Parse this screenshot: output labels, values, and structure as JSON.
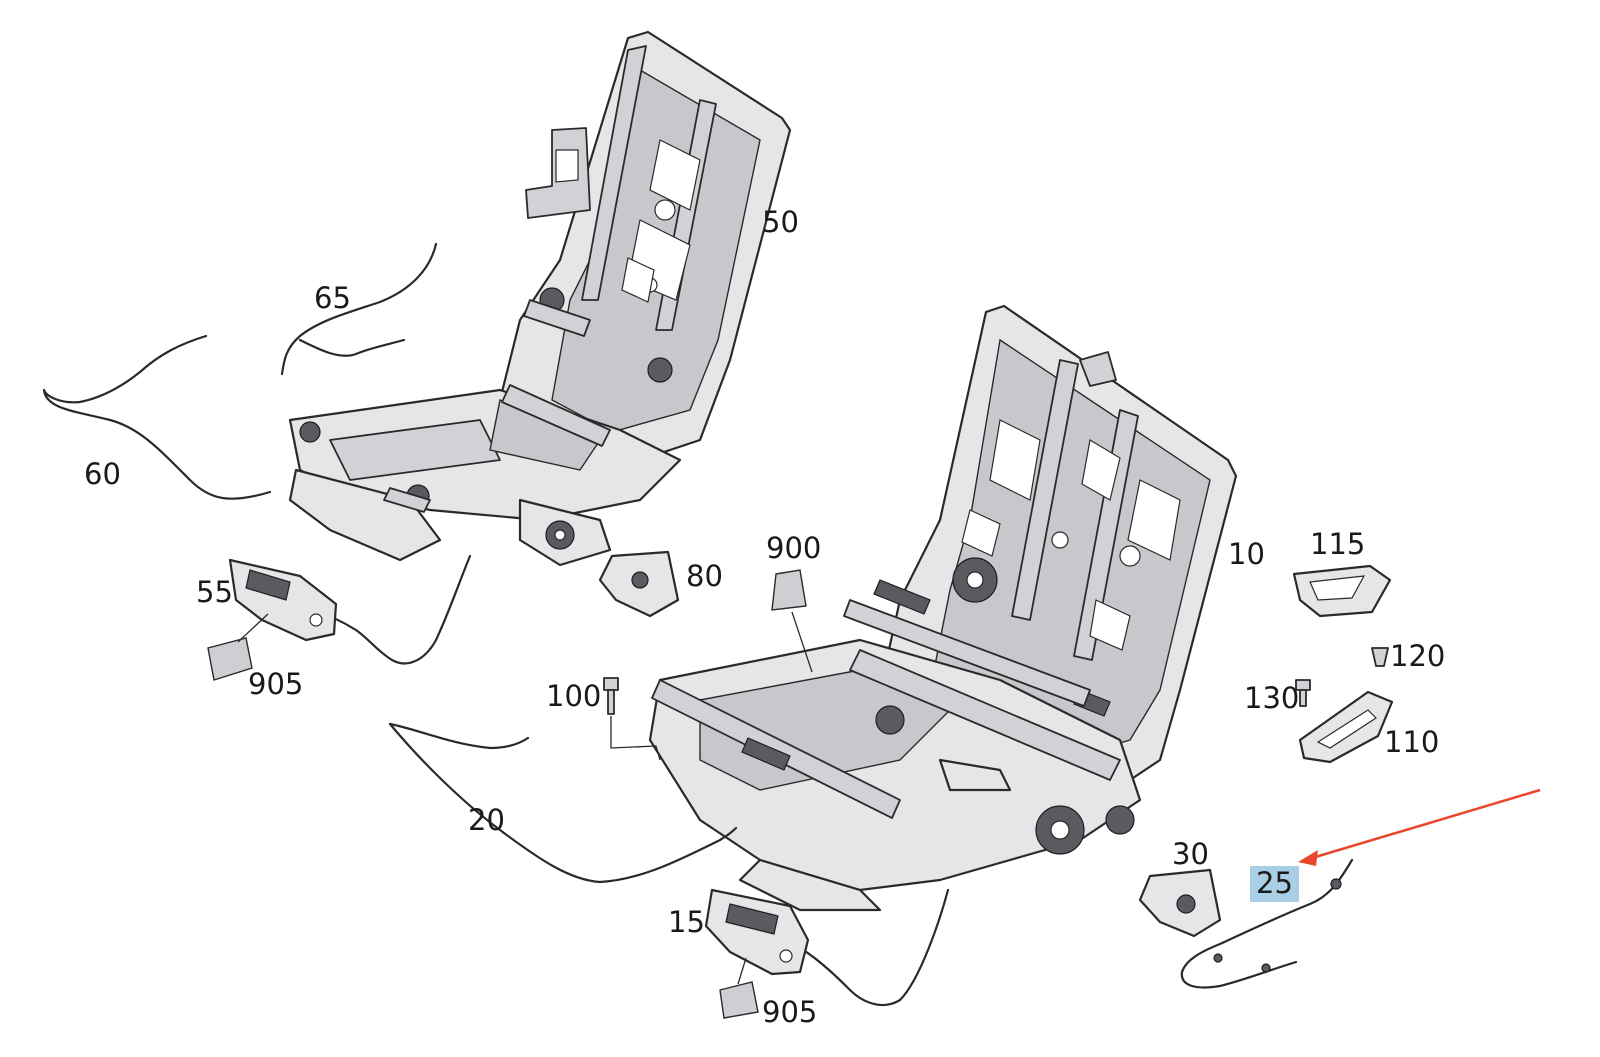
{
  "diagram": {
    "callouts": [
      {
        "id": "50",
        "text": "50"
      },
      {
        "id": "65",
        "text": "65"
      },
      {
        "id": "60",
        "text": "60"
      },
      {
        "id": "55",
        "text": "55"
      },
      {
        "id": "905a",
        "text": "905"
      },
      {
        "id": "80",
        "text": "80"
      },
      {
        "id": "900",
        "text": "900"
      },
      {
        "id": "10",
        "text": "10"
      },
      {
        "id": "115",
        "text": "115"
      },
      {
        "id": "120",
        "text": "120"
      },
      {
        "id": "130",
        "text": "130"
      },
      {
        "id": "110",
        "text": "110"
      },
      {
        "id": "100",
        "text": "100"
      },
      {
        "id": "20",
        "text": "20"
      },
      {
        "id": "30",
        "text": "30"
      },
      {
        "id": "25",
        "text": "25"
      },
      {
        "id": "15",
        "text": "15"
      },
      {
        "id": "905b",
        "text": "905"
      }
    ],
    "highlighted_callout": "25",
    "highlight_color": "#a9cfe6",
    "arrow_color": "#e8472b"
  }
}
